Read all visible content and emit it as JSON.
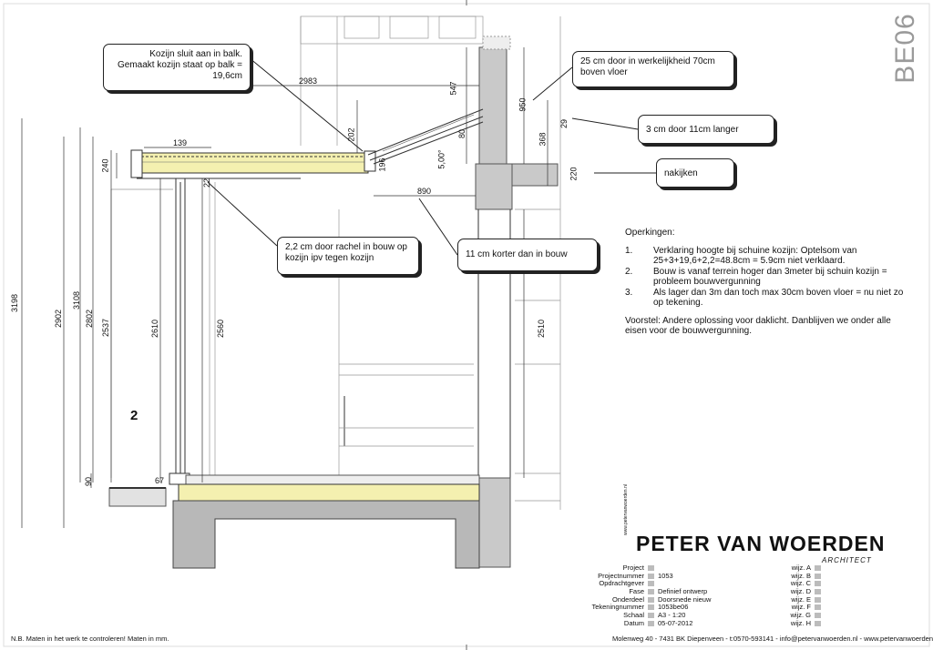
{
  "sheet_code": "BE06",
  "section_label": "2",
  "callouts": {
    "beam": "Kozijn sluit aan in balk. Gemaakt kozijn staat op balk = 19,6cm",
    "work": "25 cm door in werkelijkheid 70cm boven vloer",
    "longer": "3 cm door 11cm langer",
    "check": "nakijken",
    "rachel": "2,2 cm door rachel in bouw op kozijn ipv tegen kozijn",
    "shorter": "11 cm korter dan in bouw"
  },
  "dimensions": {
    "d2983": "2983",
    "d547": "547",
    "d950": "950",
    "d202": "202",
    "d80": "80",
    "d500": "5,00°",
    "d29": "29",
    "d368": "368",
    "d139": "139",
    "d240": "240",
    "d196": "196",
    "d220": "220",
    "d22": "22",
    "d890": "890",
    "d3198": "3198",
    "d3108": "3108",
    "d2902": "2902",
    "d2802": "2802",
    "d2537": "2537",
    "d2610": "2610",
    "d2560": "2560",
    "d2510": "2510",
    "d90": "90",
    "d67": "67"
  },
  "remarks": {
    "heading": "Operkingen:",
    "items": [
      {
        "num": "1.",
        "text": "Verklaring hoogte bij schuine kozijn: Optelsom van 25+3+19,6+2,2=48.8cm = 5.9cm niet verklaard."
      },
      {
        "num": "2.",
        "text": "Bouw is vanaf terrein hoger dan 3meter bij schuin kozijn = probleem bouwvergunning"
      },
      {
        "num": "3.",
        "text": "Als lager dan 3m dan toch max 30cm boven vloer = nu niet zo op tekening."
      }
    ],
    "voorstel": "Voorstel: Andere oplossing voor daklicht. Danblijven we onder alle eisen voor de bouwvergunning."
  },
  "logo": {
    "name": "PETER VAN WOERDEN",
    "sub": "ARCHITECT",
    "web": "www.petervanwoerden.nl"
  },
  "titleblock": {
    "rows": [
      {
        "label": "Project",
        "value": ""
      },
      {
        "label": "Projectnummer",
        "value": "1053"
      },
      {
        "label": "Opdrachtgever",
        "value": ""
      },
      {
        "label": "Fase",
        "value": "Definief ontwerp"
      },
      {
        "label": "Onderdeel",
        "value": "Doorsnede nieuw"
      },
      {
        "label": "Tekeningnummer",
        "value": "1053be06"
      },
      {
        "label": "Schaal",
        "value": "A3 - 1:20"
      },
      {
        "label": "Datum",
        "value": "05-07-2012"
      }
    ],
    "revisions": [
      "wijz. A",
      "wijz. B",
      "wijz. C",
      "wijz. D",
      "wijz. E",
      "wijz. F",
      "wijz. G",
      "wijz. H"
    ]
  },
  "footer": {
    "address": "Molenweg 40 - 7431 BK  Diepenveen - t:0570-593141 - info@petervanwoerden.nl - www.petervanwoerden.nl",
    "note": "N.B. Maten in het werk te controleren! Maten in mm."
  },
  "colors": {
    "insulation": "#f4f0b0",
    "concrete": "#b8b8b8",
    "wall": "#c9c9c9",
    "logo_accent": "#e8791e"
  }
}
